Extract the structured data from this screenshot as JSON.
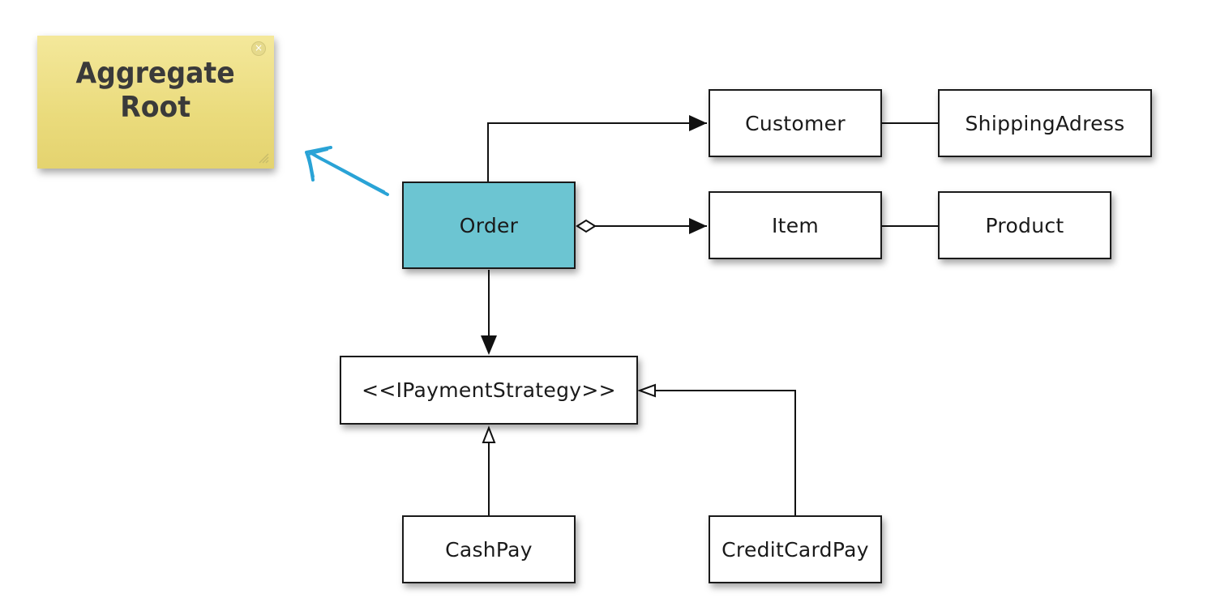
{
  "note": {
    "text": "Aggregate\nRoot"
  },
  "classes": {
    "order": "Order",
    "customer": "Customer",
    "shipping_address": "ShippingAdress",
    "item": "Item",
    "product": "Product",
    "payment_strategy": "<<IPaymentStrategy>>",
    "cash_pay": "CashPay",
    "credit_card_pay": "CreditCardPay"
  },
  "colors": {
    "aggregate_root_fill": "#6cc5d2",
    "note_fill": "#eadb7c",
    "pointer_arrow": "#2aa3d6"
  }
}
